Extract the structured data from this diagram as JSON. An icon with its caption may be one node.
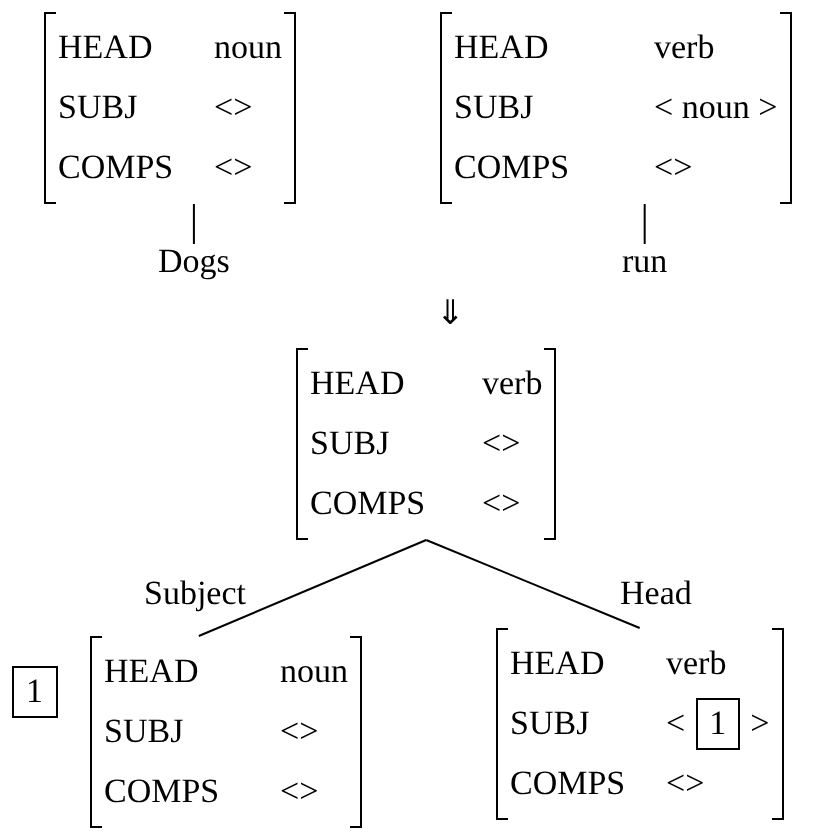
{
  "diagram": {
    "nodes": [
      {
        "text": [
          "HEAD",
          "noun",
          "SUBJ",
          "<>",
          "COMPS",
          "<>"
        ]
      },
      {
        "text": [
          "HEAD",
          "verb",
          "SUBJ",
          "< noun >",
          "COMPS",
          "<>"
        ]
      },
      {
        "text": [
          "Dogs"
        ]
      },
      {
        "text": [
          "run"
        ]
      },
      {
        "text": [
          "HEAD",
          "verb",
          "SUBJ",
          "<>",
          "COMPS",
          "<>"
        ]
      },
      {
        "text": [
          "1"
        ]
      },
      {
        "text": [
          "HEAD",
          "noun",
          "SUBJ",
          "<>",
          "COMPS",
          "<>"
        ]
      },
      {
        "text": [
          "HEAD",
          "verb",
          "SUBJ",
          "<",
          ">",
          "COMPS",
          "<>"
        ]
      },
      {
        "text": [
          "1"
        ],
        "in": 7
      }
    ],
    "edges": [
      {
        "from": 0,
        "to": 2,
        "arrow": "none"
      },
      {
        "from": 1,
        "to": 3,
        "arrow": "none"
      },
      {
        "from": 4,
        "to": 6,
        "arrow": "none",
        "label": "Subject"
      },
      {
        "from": 4,
        "to": 7,
        "arrow": "none",
        "label": "Head"
      }
    ],
    "labels": [
      "⇓"
    ]
  }
}
